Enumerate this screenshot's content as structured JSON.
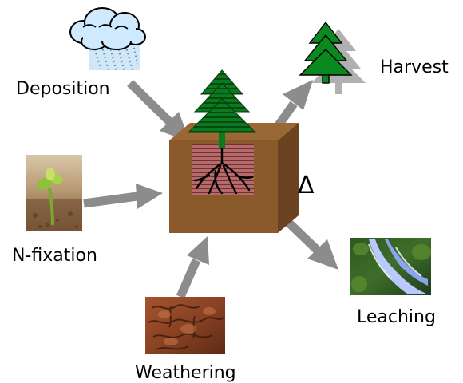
{
  "labels": {
    "deposition": "Deposition",
    "harvest": "Harvest",
    "n_fixation": "N-fixation",
    "leaching": "Leaching",
    "weathering": "Weathering",
    "delta": "Δ"
  },
  "icons": {
    "cloud": "rain-cloud-icon",
    "tree": "conifer-tree-icon",
    "harvest_tree": "harvest-tree-icon",
    "sprout": "sprout-photo",
    "waterfall": "waterfall-photo",
    "rock": "weathered-rock-photo",
    "soil_box": "soil-box"
  },
  "colors": {
    "arrow": "#8c8c8c",
    "soil_front": "#8b5a2b",
    "soil_top": "#9a6834",
    "soil_side": "#6b4320",
    "tree_green": "#0a7a1e",
    "root_panel": "#b05a5a"
  }
}
